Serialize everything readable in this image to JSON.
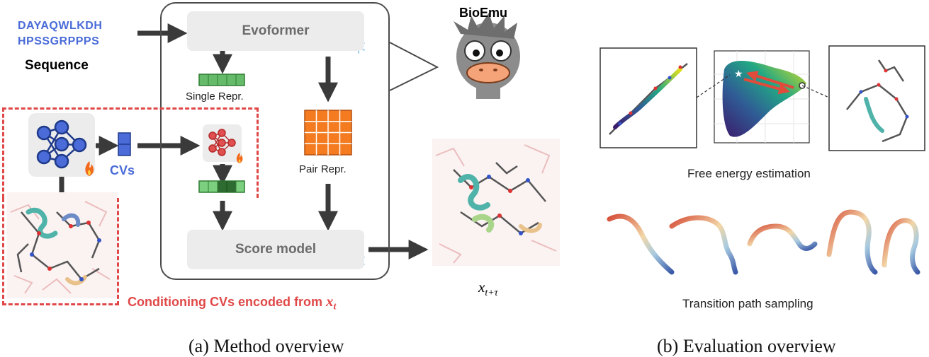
{
  "sequence": {
    "line1": "DAYAQWLKDH",
    "line2": "HPSSGRPPPS",
    "label": "Sequence"
  },
  "method": {
    "evoformer": "Evoformer",
    "single_repr": "Single Repr.",
    "pair_repr": "Pair Repr.",
    "score_model": "Score model",
    "cvs": "CVs",
    "conditioning": "Conditioning CVs encoded from ",
    "conditioning_var": "x",
    "conditioning_sub": "t",
    "output_var": "x",
    "output_sub": "t+τ",
    "bioemu": "BioEmu",
    "caption": "(a) Method overview"
  },
  "evaluation": {
    "free_energy": "Free energy estimation",
    "transition": "Transition path sampling",
    "caption": "(b) Evaluation overview"
  },
  "colors": {
    "accent_blue": "#4a6bd8",
    "dashed_red": "#e04848",
    "arrow_dark": "#3a3a3a",
    "single_green": "#66bb6a",
    "pair_orange": "#f47b20",
    "transition_arrow": "#e14b3b"
  },
  "icons": [
    "snowflake-icon",
    "fire-icon",
    "neural-network-icon",
    "ostrich-mascot"
  ]
}
